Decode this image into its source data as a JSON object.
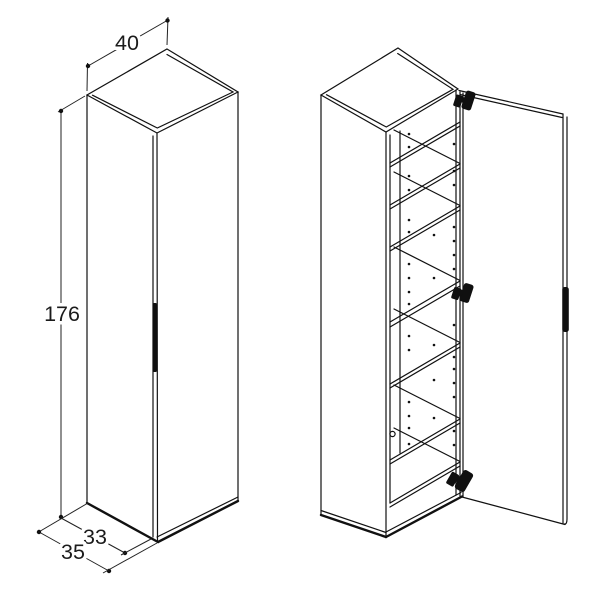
{
  "drawing": {
    "type": "furniture-technical-line-drawing",
    "views": [
      "closed-cabinet",
      "open-cabinet-with-shelves"
    ]
  },
  "dimensions": {
    "width_label": "40",
    "height_label": "176",
    "depth_inner_label": "33",
    "depth_outer_label": "35"
  },
  "colors": {
    "line": "#111111",
    "background": "#ffffff",
    "hinge": "#101010"
  }
}
